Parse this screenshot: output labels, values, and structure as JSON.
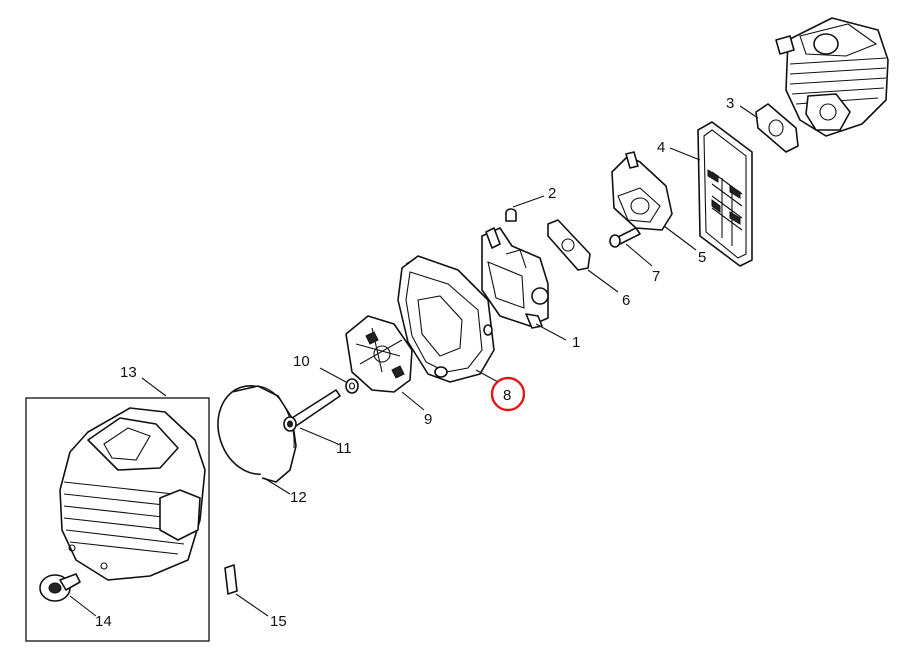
{
  "callouts": {
    "c1": "1",
    "c2": "2",
    "c3": "3",
    "c4": "4",
    "c5": "5",
    "c6": "6",
    "c7": "7",
    "c8": "8",
    "c9": "9",
    "c10": "10",
    "c11": "11",
    "c12": "12",
    "c13": "13",
    "c14": "14",
    "c15": "15"
  },
  "highlighted_callout": "8",
  "colors": {
    "highlight": "#e0161d",
    "line": "#111111",
    "background": "#ffffff"
  }
}
